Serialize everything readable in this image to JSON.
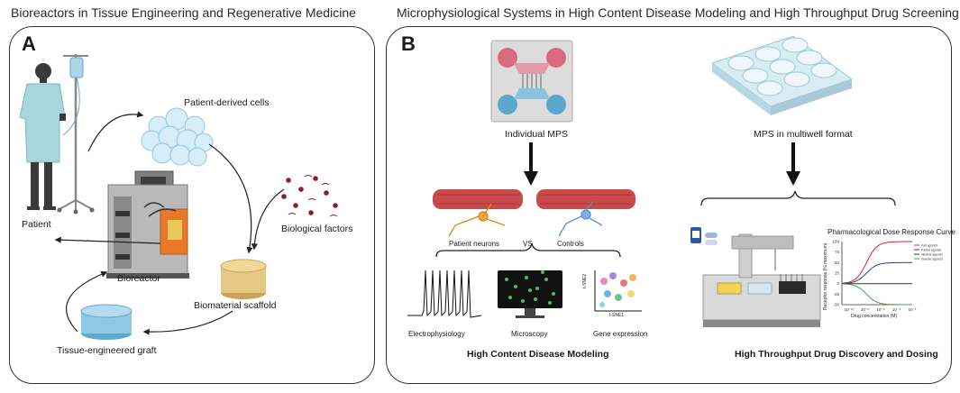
{
  "headers": {
    "left": "Bioreactors in Tissue Engineering and Regenerative Medicine",
    "right": "Microphysiological Systems in High Content Disease Modeling and High Throughput Drug Screening"
  },
  "panel_a": {
    "letter": "A",
    "labels": {
      "patient": "Patient",
      "cells": "Patient-derived cells",
      "factors": "Biological factors",
      "bioreactor": "Bioreactor",
      "scaffold": "Biomaterial scaffold",
      "graft": "Tissue-engineered graft"
    }
  },
  "panel_b": {
    "letter": "B",
    "labels": {
      "individual_mps": "Individual MPS",
      "multiwell_mps": "MPS in multiwell format",
      "patient_neurons": "Patient neurons",
      "vs": "VS",
      "controls": "Controls",
      "electrophysiology": "Electrophysiology",
      "microscopy": "Microscopy",
      "gene_expression": "Gene expression",
      "tsne1": "t-SNE1",
      "tsne2": "t-SNE2",
      "content_title": "High Content Disease Modeling",
      "throughput_title": "High Throughput Drug Discovery and Dosing"
    },
    "dose_chart": {
      "title": "Pharmacological Dose Response Curve",
      "xlabel": "Drug concentration (M)",
      "ylabel": "Receptor response (% maximum)",
      "yticks": [
        "100",
        "75",
        "50",
        "25",
        "0",
        "-25",
        "-50"
      ],
      "xticks": [
        "10⁻¹⁰",
        "10⁻⁸",
        "10⁻⁶",
        "10⁻⁴",
        "10⁻²"
      ],
      "legend": [
        "Full agonist",
        "Partial agonist",
        "Neutral agonist",
        "Inverse agonist"
      ],
      "colors": [
        "#d9262c",
        "#1f3f9a",
        "#333333",
        "#3fa34d"
      ]
    }
  }
}
